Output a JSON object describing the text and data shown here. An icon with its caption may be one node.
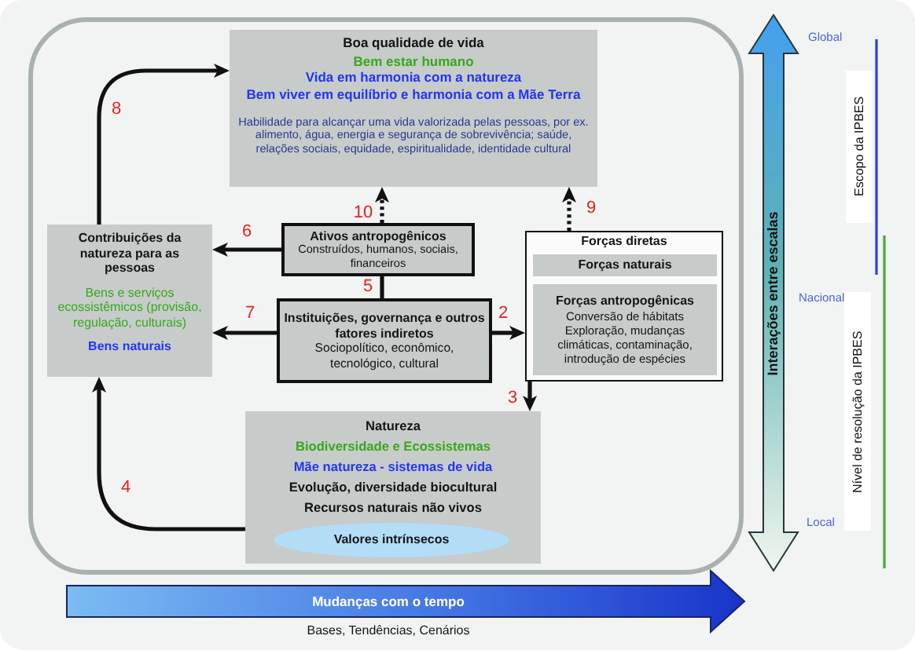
{
  "diagram": {
    "nodes": [
      {
        "text": [
          "Boa qualidade de vida",
          "Bem estar humano",
          "Vida em harmonia com a natureza",
          "Bem viver em equilíbrio e harmonia com a Mãe Terra",
          "Habilidade para alcançar uma vida valorizada pelas pessoas, por ex. alimento, água, energia e segurança de sobrevivência; saúde, relações sociais, equidade, espiritualidade, identidade cultural"
        ]
      },
      {
        "text": [
          "Contribuições da natureza para as pessoas",
          "Bens e serviços ecossistêmicos (provisão, regulação, culturais)",
          "Bens naturais"
        ]
      },
      {
        "text": [
          "Ativos antropogênicos",
          "Construídos, humanos, sociais, financeiros"
        ]
      },
      {
        "text": [
          "Instituições, governança e outros fatores indiretos",
          "Sociopolítico, econômico, tecnológico, cultural"
        ]
      },
      {
        "text": [
          "Forças diretas"
        ]
      },
      {
        "text": [
          "Forças naturais"
        ],
        "in": 4
      },
      {
        "text": [
          "Forças antropogênicas",
          "Conversão de hábitats",
          "Exploração, mudanças climáticas, contaminação, introdução de espécies"
        ],
        "in": 4
      },
      {
        "text": [
          "Natureza",
          "Biodiversidade e Ecossistemas",
          "Mãe natureza - sistemas de vida",
          "Evolução, diversidade biocultural",
          "Recursos naturais não vivos"
        ]
      },
      {
        "text": [
          "Valores intrínsecos"
        ],
        "in": 7
      },
      {
        "text": [
          "Mudanças com o tempo"
        ],
        "beside": [
          "Bases, Tendências, Cenários"
        ]
      },
      {
        "text": [
          "Interações entre escalas"
        ],
        "beside": [
          "Global",
          "Nacional",
          "Local"
        ]
      }
    ],
    "edges": [
      {
        "from": 1,
        "to": 0,
        "arrow": "to",
        "label": "8"
      },
      {
        "from": 2,
        "to": 1,
        "arrow": "to",
        "label": "6"
      },
      {
        "from": 3,
        "to": 1,
        "arrow": "to",
        "label": "7"
      },
      {
        "from": 2,
        "to": 3,
        "arrow": "none",
        "label": "5"
      },
      {
        "from": 3,
        "to": 4,
        "arrow": "to",
        "label": "2"
      },
      {
        "from": 4,
        "to": 7,
        "arrow": "to",
        "label": "3"
      },
      {
        "from": 7,
        "to": 1,
        "arrow": "to",
        "label": "4"
      },
      {
        "from": 4,
        "to": 0,
        "arrow": "to",
        "label": "9",
        "style": "dashed"
      },
      {
        "from": 2,
        "to": 0,
        "arrow": "to",
        "label": "10",
        "style": "dashed"
      }
    ],
    "labels": [
      "Escopo da IPBES",
      "Nível de resolução da IPBES"
    ]
  }
}
